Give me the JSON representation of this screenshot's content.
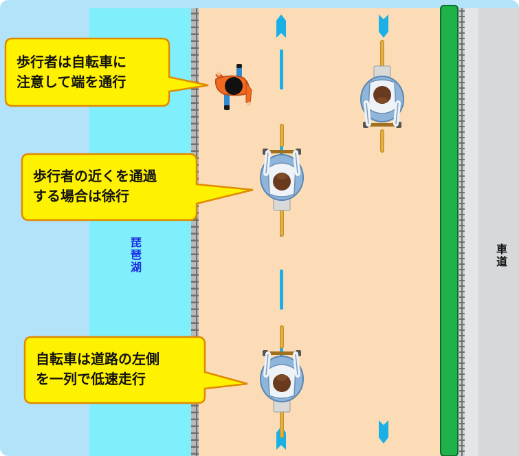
{
  "callouts": {
    "pedestrian": {
      "line1": "歩行者は自転車に",
      "line2": "注意して端を通行"
    },
    "slowdown": {
      "line1": "歩行者の近くを通過",
      "line2": "する場合は徐行"
    },
    "single_file": {
      "line1": "自転車は道路の左側",
      "line2": "を一列で低速走行"
    }
  },
  "labels": {
    "lake": "琵琶湖",
    "roadway": "車道"
  },
  "colors": {
    "background": "#b3e3f8",
    "lake_strip": "#7ff0fb",
    "path_surface": "#fbdcb6",
    "lane_marking": "#1ab0e6",
    "hedge": "#1fb24a",
    "roadway": "#d7d8da",
    "callout_fill": "#fff200",
    "callout_stroke": "#e08a00",
    "lake_label": "#1b2be0",
    "pedestrian_shirt": "#f26a21"
  },
  "icons": {
    "pedestrian": "pedestrian-top-view-icon",
    "cyclist": "cyclist-top-view-icon",
    "direction_up": "direction-arrow-up-icon",
    "direction_down": "direction-arrow-down-icon"
  }
}
